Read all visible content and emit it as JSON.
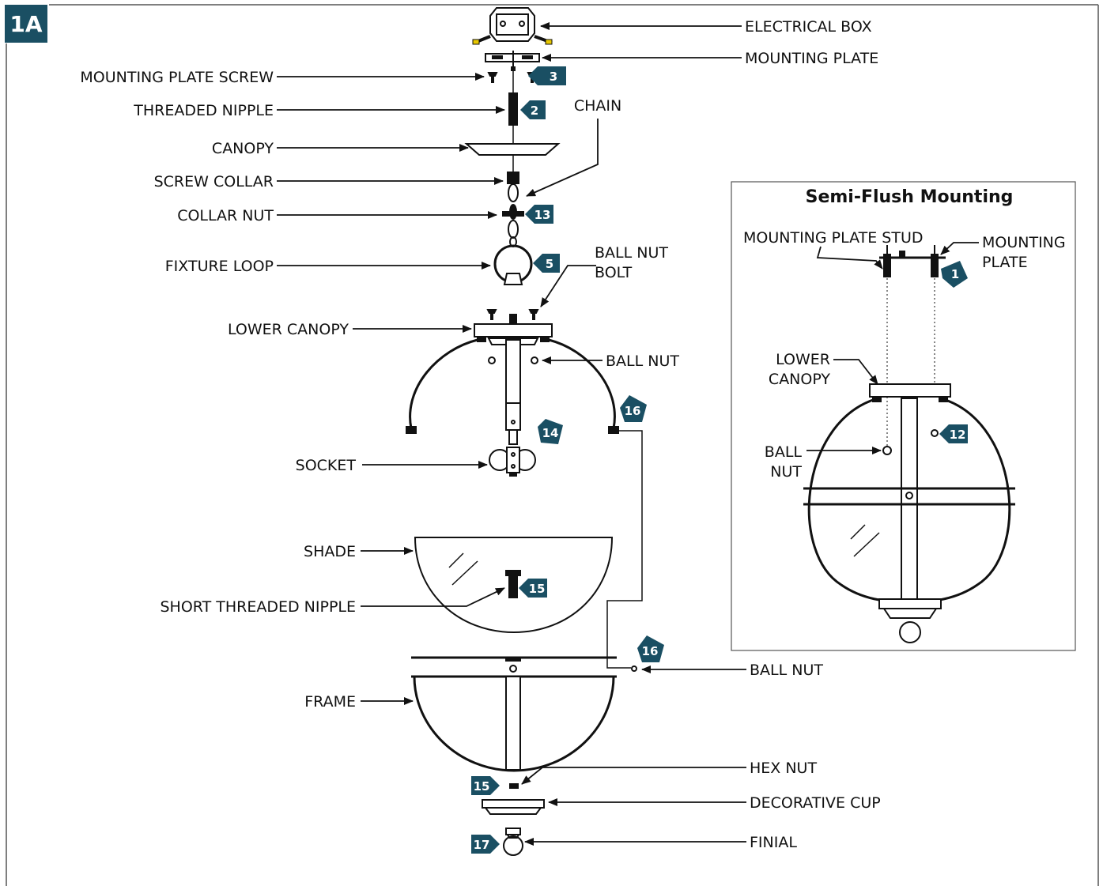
{
  "figure": {
    "id": "1A",
    "color": "#1a4f63"
  },
  "labels": {
    "electrical_box": "ELECTRICAL BOX",
    "mounting_plate": "MOUNTING PLATE",
    "mounting_plate_screw": "MOUNTING PLATE SCREW",
    "threaded_nipple": "THREADED NIPPLE",
    "chain": "CHAIN",
    "canopy": "CANOPY",
    "screw_collar": "SCREW COLLAR",
    "collar_nut": "COLLAR NUT",
    "fixture_loop": "FIXTURE LOOP",
    "ball_nut_bolt_1": "BALL NUT",
    "ball_nut_bolt_2": "BOLT",
    "lower_canopy": "LOWER CANOPY",
    "ball_nut_top": "BALL NUT",
    "socket": "SOCKET",
    "shade": "SHADE",
    "short_threaded_nipple": "SHORT THREADED NIPPLE",
    "frame": "FRAME",
    "ball_nut_frame": "BALL NUT",
    "hex_nut": "HEX NUT",
    "decorative_cup": "DECORATIVE CUP",
    "finial": "FINIAL"
  },
  "steps": {
    "s3": "3",
    "s2": "2",
    "s13": "13",
    "s5": "5",
    "s14": "14",
    "s16a": "16",
    "s15a": "15",
    "s16b": "16",
    "s15b": "15",
    "s17": "17"
  },
  "inset": {
    "title": "Semi-Flush Mounting",
    "mounting_plate_stud": "MOUNTING PLATE STUD",
    "mounting_plate_1": "MOUNTING",
    "mounting_plate_2": "PLATE",
    "lower_canopy_1": "LOWER",
    "lower_canopy_2": "CANOPY",
    "ball_nut_1": "BALL",
    "ball_nut_2": "NUT",
    "step_1": "1",
    "step_12": "12"
  }
}
